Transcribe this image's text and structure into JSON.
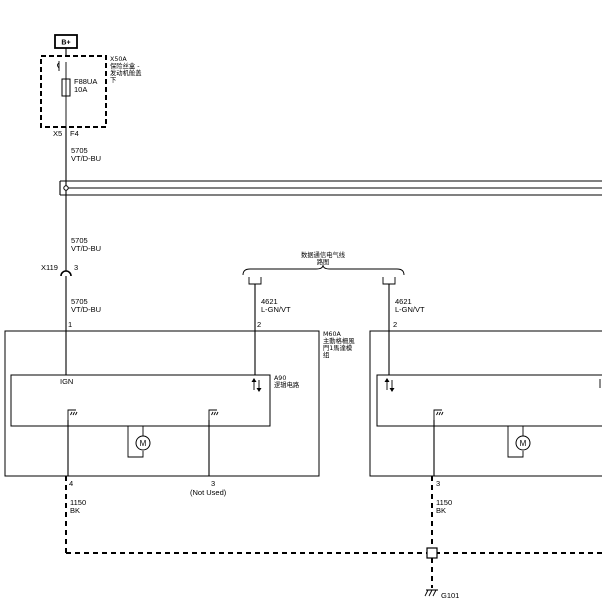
{
  "power": {
    "source": "B+",
    "fuse_block_label": "X50A",
    "fuse_block_desc_1": "保险丝盒 -",
    "fuse_block_desc_2": "发动机舱盖",
    "fuse_block_desc_3": "下",
    "fuse_name": "F88UA",
    "fuse_rating": "10A",
    "connector": "X5",
    "pin": "F4"
  },
  "wires": {
    "w1_circuit": "5705",
    "w1_color": "VT/D-BU",
    "w2_circuit": "5705",
    "w2_color": "VT/D-BU",
    "inline_connector": "X119",
    "inline_pin": "3",
    "w3_circuit": "5705",
    "w3_color": "VT/D-BU",
    "data_bus_title_1": "数据通信电气线",
    "data_bus_title_2": "路图",
    "bus_left_circuit": "4621",
    "bus_left_color": "L-GN/VT",
    "bus_right_circuit": "4621",
    "bus_right_color": "L-GN/VT"
  },
  "module": {
    "name": "M60A",
    "desc_1": "主動格柵風",
    "desc_2": "門1馬達模",
    "desc_3": "组",
    "pin1": "1",
    "pin2": "2",
    "pin3": "3",
    "pin4": "4",
    "pin3_note": "(Not Used)",
    "logic_name": "A90",
    "logic_desc": "逻辑电路",
    "ign_label": "IGN",
    "motor_symbol": "M"
  },
  "module2": {
    "pin2": "2",
    "pin3": "3",
    "motor_symbol": "M"
  },
  "ground": {
    "left_circuit": "1150",
    "left_color": "BK",
    "right_circuit": "1150",
    "right_color": "BK",
    "ground_name": "G101"
  }
}
